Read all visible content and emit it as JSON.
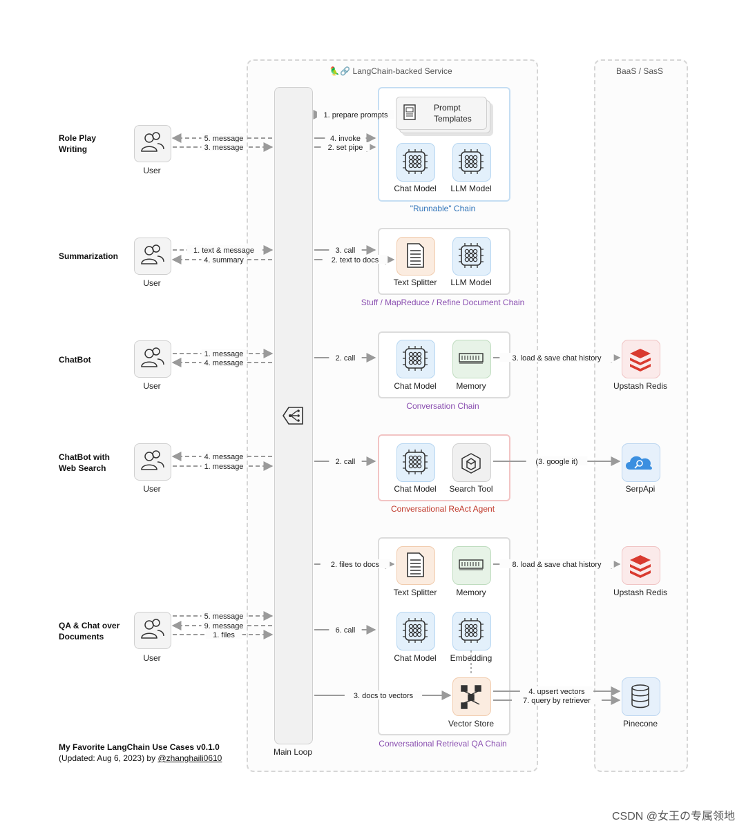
{
  "service_title": "🦜🔗 LangChain-backed Service",
  "baas_title": "BaaS / SasS",
  "main_loop_label": "Main Loop",
  "user_label": "User",
  "usecases": [
    {
      "line1": "Role Play",
      "line2": "Writing"
    },
    {
      "line1": "Summarization",
      "line2": ""
    },
    {
      "line1": "ChatBot",
      "line2": ""
    },
    {
      "line1": "ChatBot with",
      "line2": "Web Search"
    },
    {
      "line1": "QA & Chat over",
      "line2": "Documents"
    }
  ],
  "chains": {
    "runnable": {
      "title": "\"Runnable\" Chain",
      "prompt_line1": "Prompt",
      "prompt_line2": "Templates",
      "comp1": "Chat Model",
      "comp2": "LLM Model",
      "color": "#2f73b8"
    },
    "stuff": {
      "title": "Stuff / MapReduce / Refine Document Chain",
      "comp1": "Text Splitter",
      "comp2": "LLM Model",
      "color": "#8a4fb0"
    },
    "conversation": {
      "title": "Conversation Chain",
      "comp1": "Chat Model",
      "comp2": "Memory",
      "color": "#8a4fb0"
    },
    "react": {
      "title": "Conversational ReAct Agent",
      "comp1": "Chat Model",
      "comp2": "Search Tool",
      "color": "#c0392b"
    },
    "retrieval": {
      "title": "Conversational Retrieval QA Chain",
      "comp1": "Text Splitter",
      "comp2": "Memory",
      "comp3": "Chat Model",
      "comp4": "Embedding",
      "comp5": "Vector Store",
      "color": "#8a4fb0"
    }
  },
  "services": {
    "redis1": "Upstash Redis",
    "serpapi": "SerpApi",
    "redis2": "Upstash Redis",
    "pinecone": "Pinecone"
  },
  "arrows": {
    "r1_prepare": "1. prepare prompts",
    "r1_msg5": "5. message",
    "r1_msg3": "3. message",
    "r1_invoke": "4. invoke",
    "r1_setpipe": "2. set pipe",
    "r2_text": "1. text & message",
    "r2_summary": "4. summary",
    "r2_call": "3. call",
    "r2_todocs": "2. text to docs",
    "r3_msg1": "1. message",
    "r3_msg4": "4. message",
    "r3_call": "2. call",
    "r3_history": "3. load & save chat history",
    "r4_msg4": "4. message",
    "r4_msg1": "1. message",
    "r4_call": "2. call",
    "r4_google": "(3. google it)",
    "r5_msg5": "5. message",
    "r5_msg9": "9. message",
    "r5_files": "1. files",
    "r5_filesdocs": "2. files to docs",
    "r5_call": "6. call",
    "r5_docsvec": "3. docs to vectors",
    "r5_history": "8. load & save chat history",
    "r5_upsert": "4. upsert vectors",
    "r5_query": "7. query by retriever"
  },
  "footer": {
    "title": "My Favorite LangChain Use Cases v0.1.0",
    "updated": "(Updated: Aug 6, 2023) by ",
    "author": "@zhanghaili0610"
  },
  "watermark": "CSDN @女王の专属领地",
  "colors": {
    "blue_border": "#b7d6f1",
    "purple_border": "#d7cde6",
    "red_border": "#f0b8b8",
    "arrow": "#9a9a9a"
  }
}
